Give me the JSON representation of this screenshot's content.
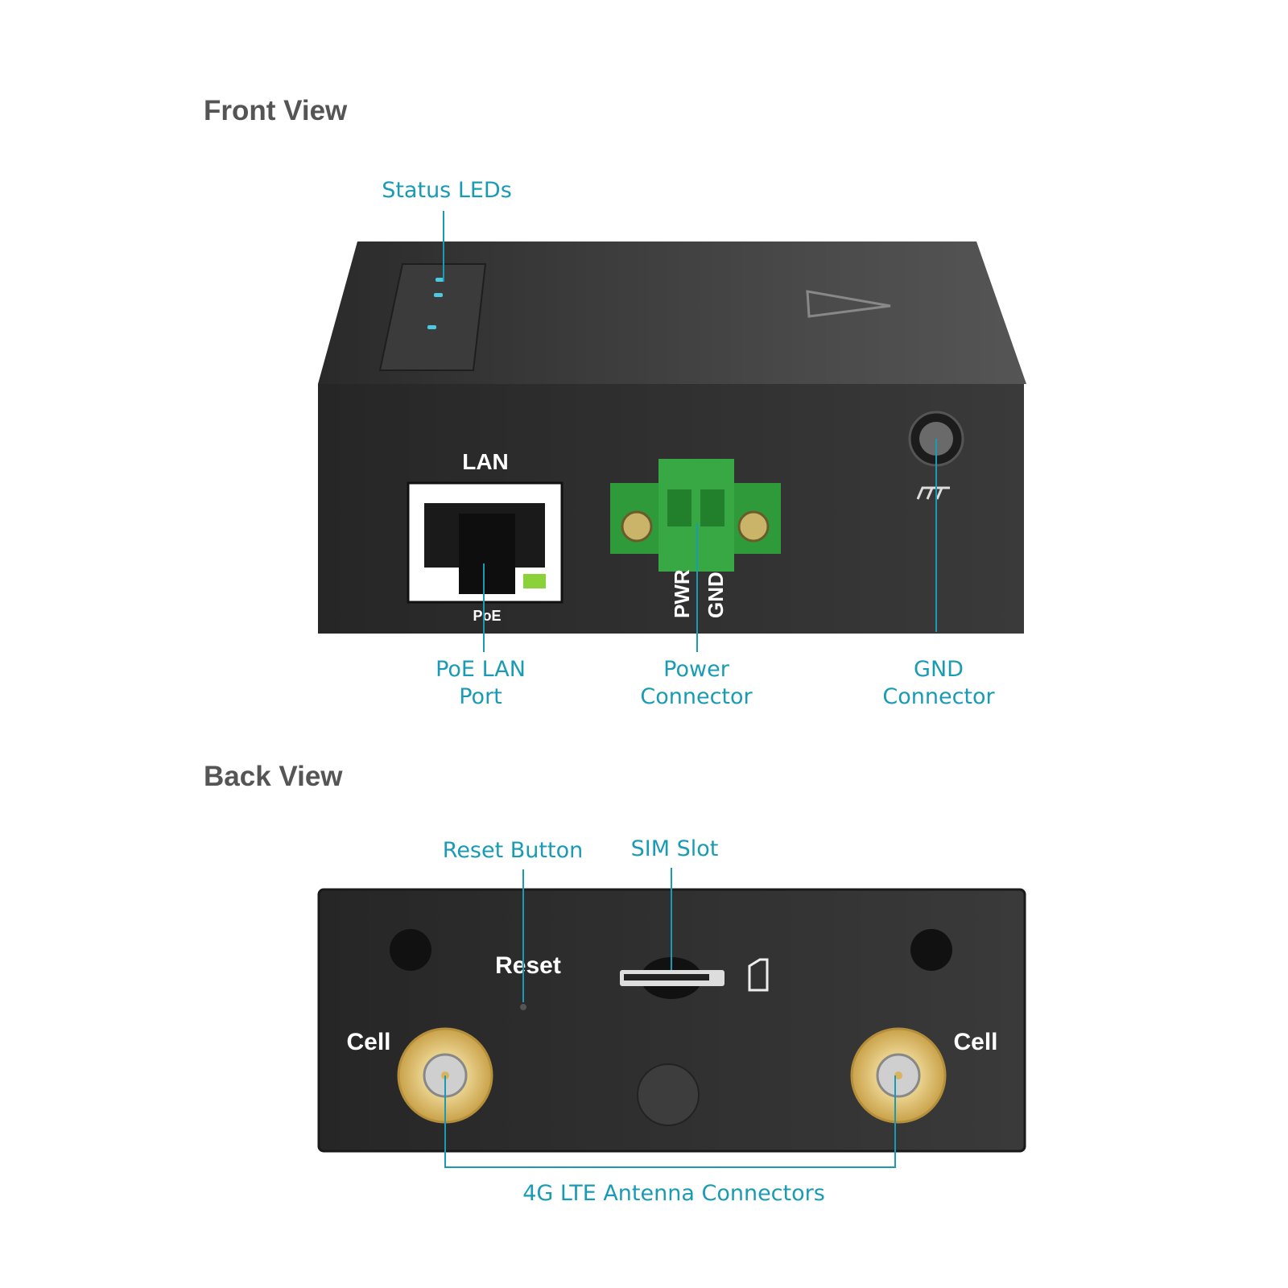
{
  "front_view": {
    "title": "Front View",
    "device_labels": {
      "lan": "LAN",
      "poe": "PoE",
      "pwr": "PWR",
      "gnd": "GND"
    },
    "callouts": {
      "status_leds": "Status LEDs",
      "poe_lan_port": [
        "PoE LAN",
        "Port"
      ],
      "power_connector": [
        "Power",
        "Connector"
      ],
      "gnd_connector": [
        "GND",
        "Connector"
      ]
    }
  },
  "back_view": {
    "title": "Back View",
    "device_labels": {
      "reset": "Reset",
      "cell_left": "Cell",
      "cell_right": "Cell"
    },
    "callouts": {
      "reset_button": "Reset Button",
      "sim_slot": "SIM Slot",
      "antenna_connectors": "4G LTE Antenna Connectors"
    }
  },
  "colors": {
    "accent": "#1a9bb5",
    "device": "#2e2e2e",
    "terminal": "#2f9a3a",
    "gold": "#d9b45e"
  }
}
